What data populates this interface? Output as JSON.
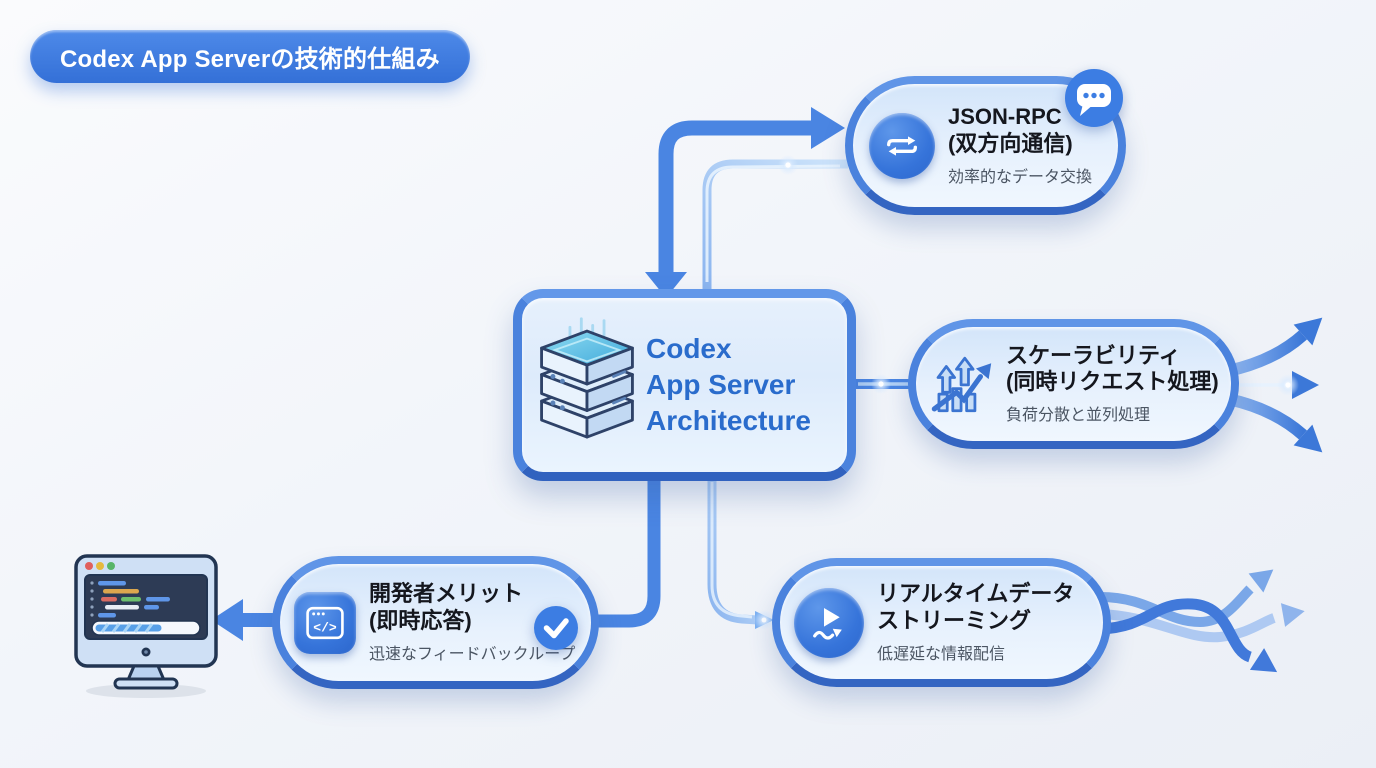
{
  "banner": {
    "text": "Codex App Serverの技術的仕組み"
  },
  "center_node": {
    "title_line1": "Codex",
    "title_line2": "App Server",
    "title_line3": "Architecture"
  },
  "nodes": {
    "json_rpc": {
      "title_line1": "JSON-RPC",
      "title_line2": "(双方向通信)",
      "subtitle": "効率的なデータ交換"
    },
    "scalability": {
      "title_line1": "スケーラビリティ",
      "title_line2": "(同時リクエスト処理)",
      "subtitle": "負荷分散と並列処理"
    },
    "streaming": {
      "title_line1": "リアルタイムデータ",
      "title_line2": "ストリーミング",
      "subtitle": "低遅延な情報配信"
    },
    "developer": {
      "title_line1": "開発者メリット",
      "title_line2": "(即時応答)",
      "subtitle": "迅速なフィードバックループ"
    }
  },
  "icons": {
    "center": "server-stack-icon",
    "json_rpc": "bidirectional-arrows-icon",
    "json_rpc_badge": "chat-bubble-icon",
    "scalability": "growth-chart-icon",
    "streaming": "play-stream-icon",
    "developer": "code-window-icon",
    "developer_badge": "checkmark-icon",
    "left_illustration": "code-editor-monitor",
    "code_glyph": "</>"
  },
  "colors": {
    "primary_blue": "#3f7cdb",
    "accent_deep_blue": "#2f6bd0",
    "pill_border": "#4a82dd",
    "pill_fill_top": "#d3e5fa",
    "pill_fill_bottom": "#eef6fe",
    "title_text": "#15171e",
    "subtitle_text": "#4b5563",
    "center_text": "#2a6ccc",
    "banner_text": "#ffffff",
    "background": "#f1f4f9"
  }
}
